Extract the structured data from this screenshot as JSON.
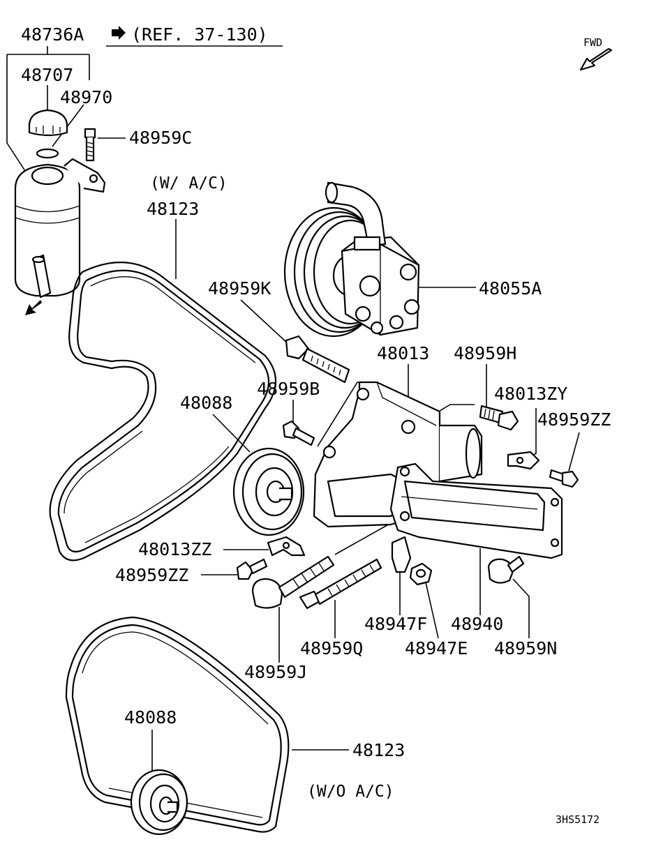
{
  "labels": {
    "l_48736A": "48736A",
    "l_ref": "(REF. 37-130)",
    "l_48707": "48707",
    "l_48970": "48970",
    "l_48959C": "48959C",
    "l_wac": "(W/ A/C)",
    "l_48123_top": "48123",
    "l_48959K": "48959K",
    "l_48055A": "48055A",
    "l_48013": "48013",
    "l_48959H": "48959H",
    "l_48013ZY": "48013ZY",
    "l_48959ZZ_r": "48959ZZ",
    "l_48959B": "48959B",
    "l_48088_top": "48088",
    "l_48013ZZ": "48013ZZ",
    "l_48959ZZ_l": "48959ZZ",
    "l_48947F": "48947F",
    "l_48940": "48940",
    "l_48959Q": "48959Q",
    "l_48947E": "48947E",
    "l_48959N": "48959N",
    "l_48959J": "48959J",
    "l_48088_bot": "48088",
    "l_48123_bot": "48123",
    "l_woac": "(W/O A/C)",
    "l_fwd": "FWD",
    "l_code": "3HS5172"
  },
  "icons": {
    "ref_arrow": "right-arrow-icon",
    "fwd_arrow": "down-left-arrow-icon",
    "flow_arrow": "down-left-arrow-icon"
  }
}
